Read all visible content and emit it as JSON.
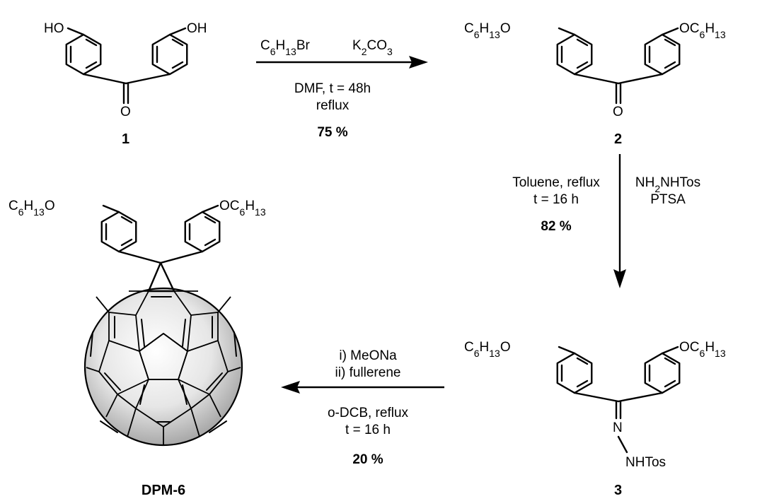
{
  "compounds": {
    "c1": {
      "label": "1",
      "oh_left": "HO",
      "oh_right": "OH",
      "carbonyl_o": "O"
    },
    "c2": {
      "label": "2",
      "carbonyl_o": "O"
    },
    "c3": {
      "label": "3",
      "imine_n": "N",
      "nhtos": "NHTos"
    },
    "dpm6": {
      "label": "DPM-6"
    }
  },
  "hexyl": {
    "c": "C",
    "c_sub": "6",
    "h": "H",
    "h_sub": "13",
    "o": "O"
  },
  "step1": {
    "reagent_a": {
      "main": "C",
      "sub1": "6",
      "mid": "H",
      "sub2": "13",
      "end": "Br"
    },
    "reagent_b": {
      "main": "K",
      "sub1": "2",
      "mid": "CO",
      "sub2": "3"
    },
    "solvent": "DMF, t = 48h",
    "condition": "reflux",
    "yield": "75 %"
  },
  "step2": {
    "left_line1": "Toluene, reflux",
    "left_line2": "t = 16 h",
    "yield": "82 %",
    "right_line1": {
      "main": "NH",
      "sub": "2",
      "rest": "NHTos"
    },
    "right_line2": "PTSA"
  },
  "step3": {
    "above_line1": "i) MeONa",
    "above_line2": "ii) fullerene",
    "below_line1": "o-DCB, reflux",
    "below_line2": "t = 16 h",
    "yield": "20 %"
  }
}
